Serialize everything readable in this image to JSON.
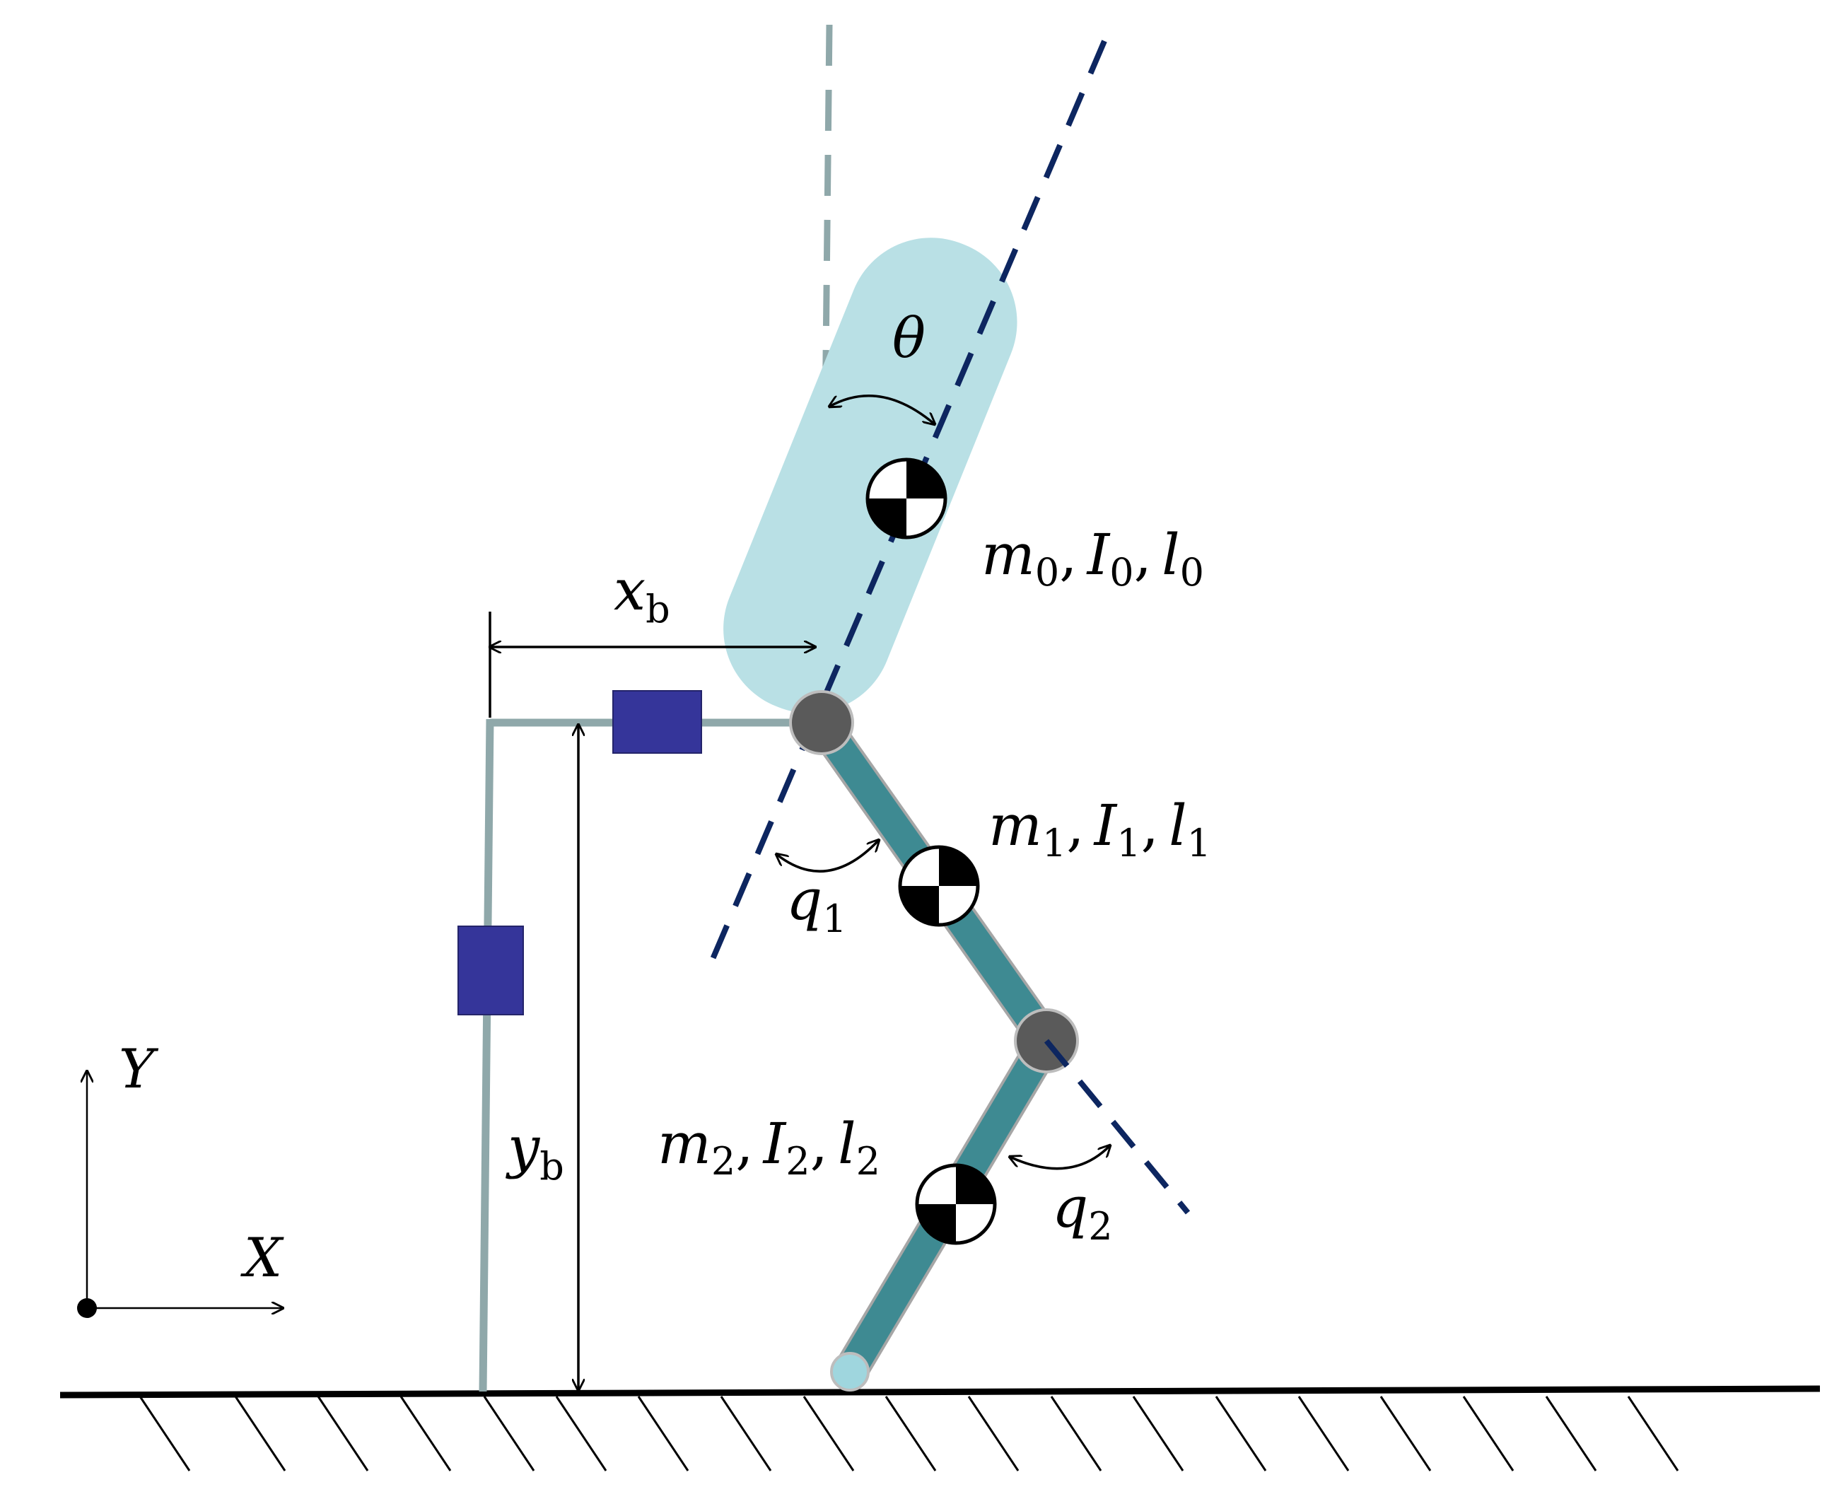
{
  "labels": {
    "theta": "θ",
    "torso_m": "m",
    "torso_m_sub": "0",
    "torso_I": "I",
    "torso_I_sub": "0",
    "torso_l": "l",
    "torso_l_sub": "0",
    "thigh_m": "m",
    "thigh_m_sub": "1",
    "thigh_I": "I",
    "thigh_I_sub": "1",
    "thigh_l": "l",
    "thigh_l_sub": "1",
    "shank_m": "m",
    "shank_m_sub": "2",
    "shank_I": "I",
    "shank_I_sub": "2",
    "shank_l": "l",
    "shank_l_sub": "2",
    "xb": "x",
    "xb_sub": "b",
    "yb": "y",
    "yb_sub": "b",
    "q1": "q",
    "q1_sub": "1",
    "q2": "q",
    "q2_sub": "2",
    "axis_x": "X",
    "axis_y": "Y",
    "comma": ","
  },
  "colors": {
    "torso_fill": "#b9e0e5",
    "link_fill": "#3e8a92",
    "joint_fill": "#5a5a5a",
    "foot_fill": "#9fd6de",
    "rail": "#8fa8aa",
    "slider": "#35359a",
    "torso_axis": "#0d2660",
    "vertical_ref": "#8fa8aa"
  }
}
